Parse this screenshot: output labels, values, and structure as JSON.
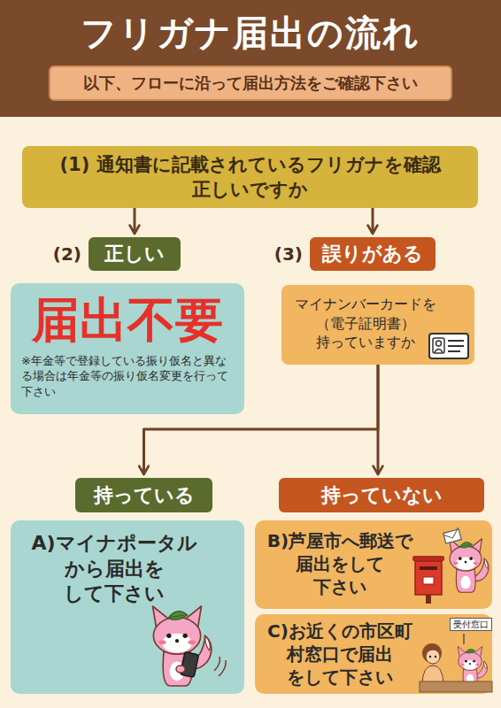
{
  "diagram": {
    "title": "フリガナ届出の流れ",
    "nodes": [
      {
        "text": [
          "以下、フローに沿って届出方法をご確認下さい"
        ]
      },
      {
        "text": [
          "(1) 通知書に記載されているフリガナを確認 正しいですか"
        ]
      },
      {
        "text": [
          "(2)",
          "正しい"
        ]
      },
      {
        "text": [
          "(3)",
          "誤りがある"
        ]
      },
      {
        "text": [
          "届出不要",
          "※年金等で登録している振り仮名と異なる場合は年金等の振り仮名変更を行って下さい"
        ]
      },
      {
        "text": [
          "マイナンバーカードを （電子証明書） 持っていますか"
        ]
      },
      {
        "text": [
          "持っている"
        ]
      },
      {
        "text": [
          "持っていない"
        ]
      },
      {
        "text": [
          "A)マイナポータル から届出を して下さい"
        ]
      },
      {
        "text": [
          "B)芦屋市へ郵送で 届出をして 下さい"
        ]
      },
      {
        "text": [
          "C)お近くの市区町 村窓口で届出 をして下さい"
        ]
      }
    ],
    "edges": [
      {
        "from": 1,
        "to": 2,
        "arrow": "to"
      },
      {
        "from": 1,
        "to": 3,
        "arrow": "to"
      },
      {
        "from": 5,
        "to": 6,
        "arrow": "to"
      },
      {
        "from": 5,
        "to": 7,
        "arrow": "to"
      }
    ],
    "labels": [
      "受付窓口"
    ]
  }
}
